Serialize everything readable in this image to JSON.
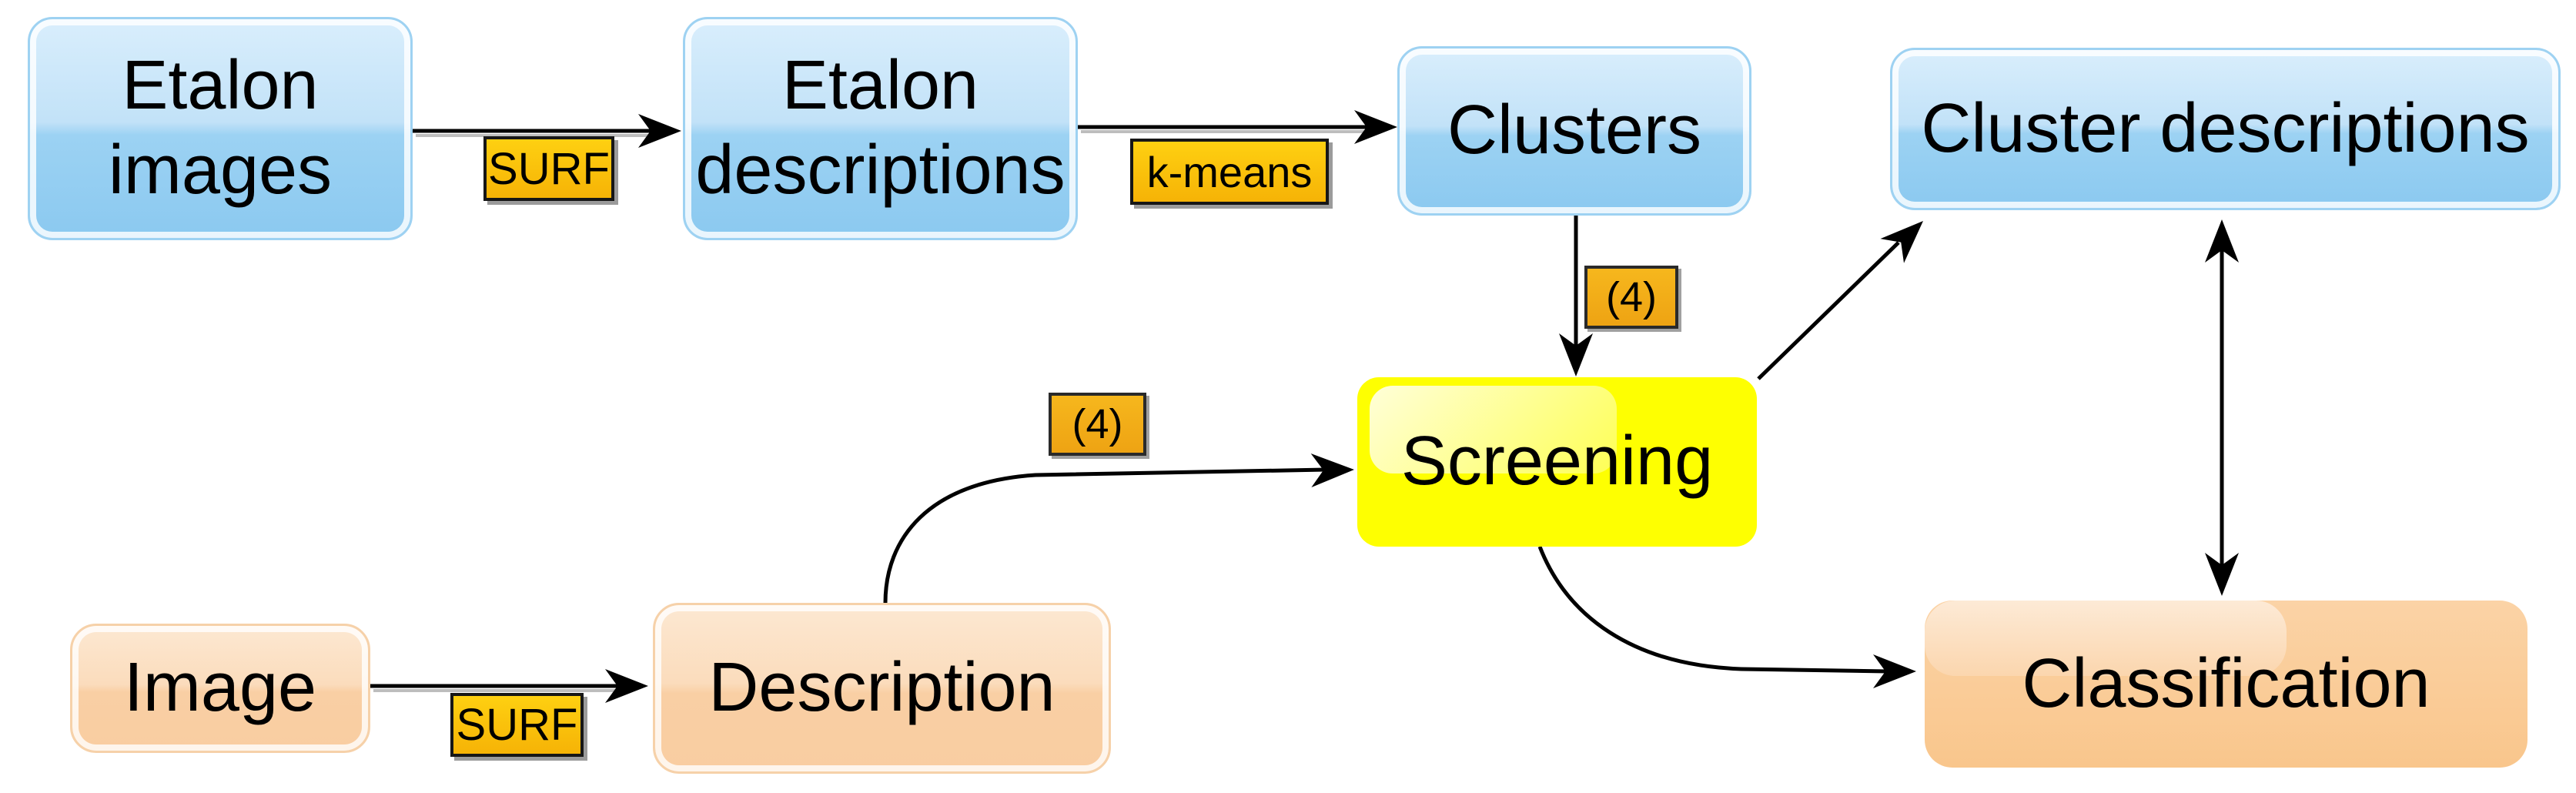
{
  "figure": {
    "type": "flowchart",
    "background": "#ffffff",
    "nodes": {
      "etalon_images": {
        "label": "Etalon images",
        "style": "blue"
      },
      "etalon_descriptions": {
        "label": "Etalon descriptions",
        "style": "blue"
      },
      "clusters": {
        "label": "Clusters",
        "style": "blue"
      },
      "cluster_descriptions": {
        "label": "Cluster descriptions",
        "style": "blue"
      },
      "screening": {
        "label": "Screening",
        "style": "yellow"
      },
      "image": {
        "label": "Image",
        "style": "orange"
      },
      "description": {
        "label": "Description",
        "style": "orange"
      },
      "classification": {
        "label": "Classification",
        "style": "orange-glossy"
      }
    },
    "edge_labels": {
      "surf_top": {
        "text": "SURF"
      },
      "kmeans": {
        "text": "k-means"
      },
      "four_clusters": {
        "text": "(4)"
      },
      "four_description": {
        "text": "(4)"
      },
      "surf_bottom": {
        "text": "SURF"
      }
    },
    "edges": [
      {
        "from": "etalon_images",
        "to": "etalon_descriptions",
        "label": "SURF",
        "direction": "one-way"
      },
      {
        "from": "etalon_descriptions",
        "to": "clusters",
        "label": "k-means",
        "direction": "one-way"
      },
      {
        "from": "clusters",
        "to": "screening",
        "label": "(4)",
        "direction": "one-way"
      },
      {
        "from": "image",
        "to": "description",
        "label": "SURF",
        "direction": "one-way"
      },
      {
        "from": "description",
        "to": "screening",
        "label": "(4)",
        "direction": "one-way"
      },
      {
        "from": "screening",
        "to": "cluster_descriptions",
        "direction": "one-way"
      },
      {
        "from": "screening",
        "to": "classification",
        "direction": "one-way"
      },
      {
        "from": "cluster_descriptions",
        "to": "classification",
        "direction": "two-way"
      }
    ],
    "colors": {
      "node_blue_top": "#d9eefc",
      "node_blue_bottom": "#8bc9f0",
      "node_blue_border": "#9ed2f2",
      "node_orange_top": "#fce8d2",
      "node_orange_bottom": "#f9cda1",
      "node_orange_border": "#f6d1a9",
      "screening_yellow": "#feff01",
      "label_gold": "#fdc70c",
      "label_amber": "#f4b11a",
      "arrow": "#000000",
      "text": "#000000"
    }
  }
}
